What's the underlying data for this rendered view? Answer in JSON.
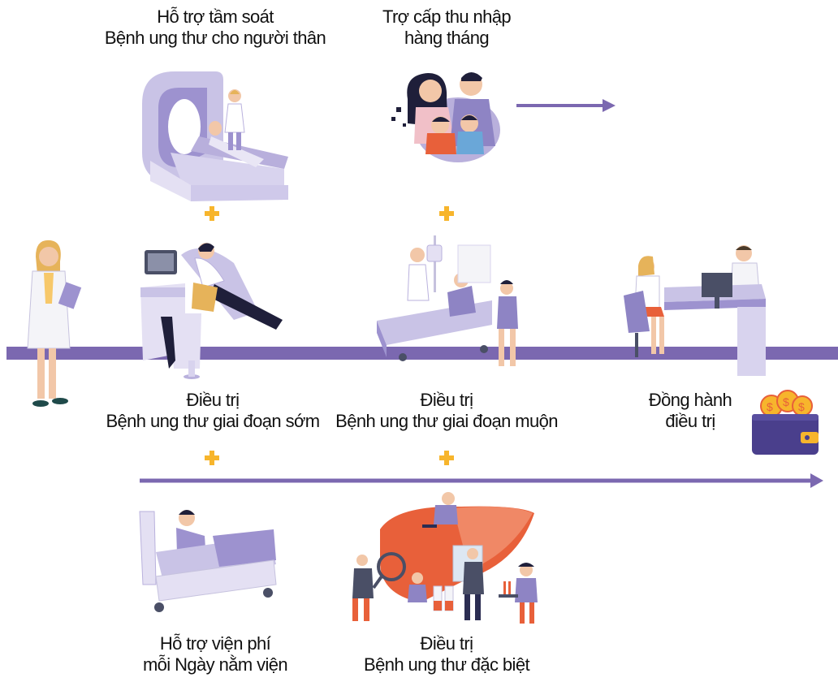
{
  "colors": {
    "timeline": "#7b68b0",
    "plus": "#f7b52c",
    "accent_orange": "#e8603a",
    "lilac": "#c7c0e2"
  },
  "icons": [
    "mri-scanner-illustration",
    "family-illustration",
    "doctor-illustration",
    "ultrasound-illustration",
    "hospital-bed-illustration",
    "consultation-illustration",
    "wallet-icon",
    "patient-bed-illustration",
    "liver-research-illustration",
    "plus-icon"
  ],
  "benefits": {
    "screening": {
      "line1": "Hỗ trợ tầm soát",
      "line2": "Bệnh ung thư cho người thân"
    },
    "income": {
      "line1": "Trợ cấp thu nhập",
      "line2": "hàng tháng"
    },
    "early": {
      "line1": "Điều trị",
      "line2": "Bệnh ung thư giai đoạn sớm"
    },
    "late": {
      "line1": "Điều trị",
      "line2": "Bệnh ung thư giai đoạn muộn"
    },
    "companion": {
      "line1": "Đồng hành",
      "line2": "điều trị"
    },
    "hospital": {
      "line1": "Hỗ trợ viện phí",
      "line2": "mỗi Ngày nằm viện"
    },
    "special": {
      "line1": "Điều trị",
      "line2": "Bệnh ung thư đặc biệt"
    }
  }
}
